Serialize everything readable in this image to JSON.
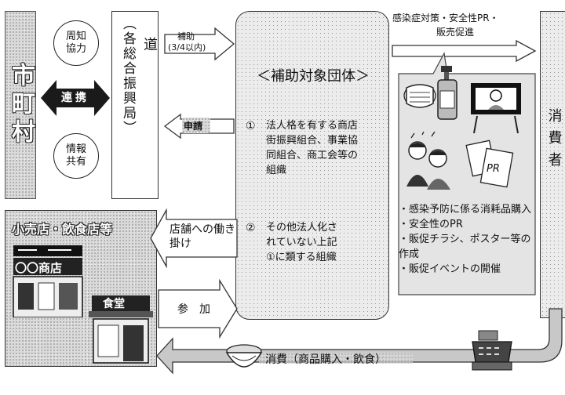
{
  "municipality": {
    "label": "市町村"
  },
  "prefecture": {
    "label": "道",
    "sublabel": "（各総合振興局）"
  },
  "circles": {
    "cooperation": "周知協力",
    "info_share": "情報共有"
  },
  "link_arrow": {
    "label": "連携"
  },
  "subsidy_arrow": {
    "label": "補助",
    "sublabel": "(3/4以内)"
  },
  "apply_arrow": {
    "label": "申請"
  },
  "groups": {
    "title": "＜補助対象団体＞",
    "item1_num": "①",
    "item1_text": "法人格を有する商店街振興組合、事業協同組合、商工会等の組織",
    "item2_num": "②",
    "item2_text": "その他法人化されていない上記①に類する組織"
  },
  "top_arrow": {
    "line1": "感染症対策・安全性PR・",
    "line2": "販売促進"
  },
  "activities": [
    "・感染予防に係る消耗品購入",
    "・安全性のPR",
    "・販促チラシ、ポスター等の作成",
    "・販促イベントの開催"
  ],
  "pr_card": "PR",
  "consumer": {
    "label": "消費者"
  },
  "shops": {
    "title": "小売店・飲食店等",
    "outreach": "店舗への働き掛け",
    "sign_left": "〇〇商店",
    "sign_right": "食堂"
  },
  "join_arrow": {
    "label": "参加"
  },
  "consume_arrow": {
    "label": "消費（商品購入・飲食）"
  }
}
